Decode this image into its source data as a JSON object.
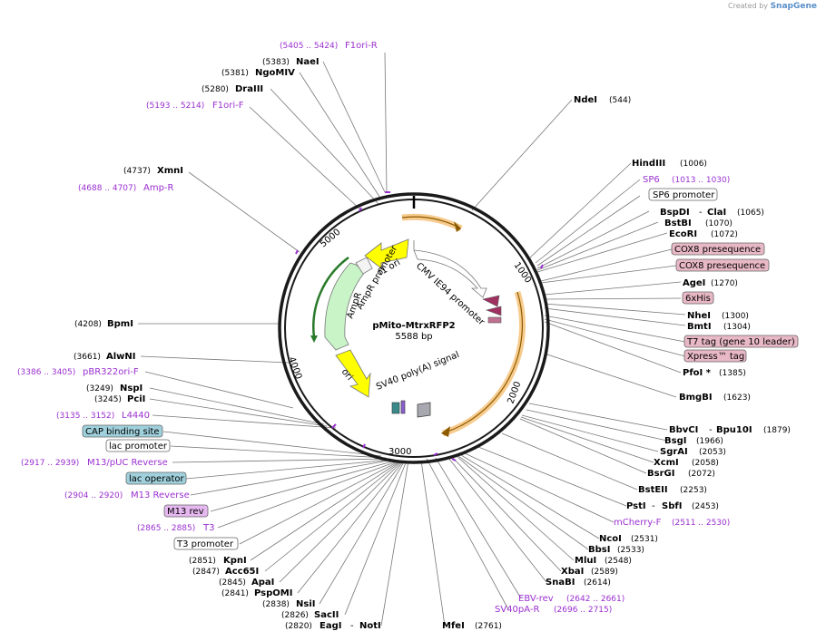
{
  "watermark": {
    "prefix": "Created by",
    "brand": "SnapGene"
  },
  "plasmid": {
    "name": "pMito-MtrxRFP2",
    "size": "5588 bp"
  },
  "ticks": [
    "1000",
    "2000",
    "3000",
    "4000",
    "5000"
  ],
  "features": {
    "f1_ori": "f1 ori",
    "ampr_promoter": "AmpR promoter",
    "ampr": "AmpR",
    "cmv": "CMV IE94 promoter",
    "ori": "ori",
    "sv40": "SV40 poly(A) signal"
  },
  "sites": [
    {
      "id": "nsi",
      "enzyme": "NdeI",
      "pos": "(544)"
    },
    {
      "id": "hind",
      "enzyme": "HindIII",
      "pos": "(1006)"
    },
    {
      "id": "bspdi",
      "enzyme": "BspDI",
      "enzyme2": "ClaI",
      "pos": "(1065)"
    },
    {
      "id": "bstbi",
      "enzyme": "BstBI",
      "pos": "(1070)"
    },
    {
      "id": "ecori",
      "enzyme": "EcoRI",
      "pos": "(1072)"
    },
    {
      "id": "agei",
      "enzyme": "AgeI",
      "pos": "(1270)"
    },
    {
      "id": "nhei",
      "enzyme": "NheI",
      "pos": "(1300)"
    },
    {
      "id": "bmti",
      "enzyme": "BmtI",
      "pos": "(1304)"
    },
    {
      "id": "pfoi",
      "enzyme": "PfoI *",
      "pos": "(1385)"
    },
    {
      "id": "bmgbi",
      "enzyme": "BmgBI",
      "pos": "(1623)"
    },
    {
      "id": "bbvci",
      "enzyme": "BbvCI",
      "enzyme2": "Bpu10I",
      "pos": "(1879)"
    },
    {
      "id": "bsgi",
      "enzyme": "BsgI",
      "pos": "(1966)"
    },
    {
      "id": "sgrai",
      "enzyme": "SgrAI",
      "pos": "(2053)"
    },
    {
      "id": "xcmi",
      "enzyme": "XcmI",
      "pos": "(2058)"
    },
    {
      "id": "bsrgi",
      "enzyme": "BsrGI",
      "pos": "(2072)"
    },
    {
      "id": "bsteii",
      "enzyme": "BstEII",
      "pos": "(2253)"
    },
    {
      "id": "psti",
      "enzyme": "PstI",
      "enzyme2": "SbfI",
      "pos": "(2453)"
    },
    {
      "id": "ncoi",
      "enzyme": "NcoI",
      "pos": "(2531)"
    },
    {
      "id": "bbsi",
      "enzyme": "BbsI",
      "pos": "(2533)"
    },
    {
      "id": "mlui",
      "enzyme": "MluI",
      "pos": "(2548)"
    },
    {
      "id": "xbai",
      "enzyme": "XbaI",
      "pos": "(2589)"
    },
    {
      "id": "snabi",
      "enzyme": "SnaBI",
      "pos": "(2614)"
    },
    {
      "id": "mfei",
      "enzyme": "MfeI",
      "pos": "(2761)"
    },
    {
      "id": "eagi",
      "enzyme": "EagI",
      "enzyme2": "NotI",
      "pos": "(2820)"
    },
    {
      "id": "sacii",
      "enzyme": "SacII",
      "pos": "(2826)"
    },
    {
      "id": "nsii",
      "enzyme": "NsiI",
      "pos": "(2838)"
    },
    {
      "id": "pspomi",
      "enzyme": "PspOMI",
      "pos": "(2841)"
    },
    {
      "id": "apai",
      "enzyme": "ApaI",
      "pos": "(2845)"
    },
    {
      "id": "acc65i",
      "enzyme": "Acc65I",
      "pos": "(2847)"
    },
    {
      "id": "kpni",
      "enzyme": "KpnI",
      "pos": "(2851)"
    },
    {
      "id": "pcii",
      "enzyme": "PciI",
      "pos": "(3245)"
    },
    {
      "id": "nspi",
      "enzyme": "NspI",
      "pos": "(3249)"
    },
    {
      "id": "alwni",
      "enzyme": "AlwNI",
      "pos": "(3661)"
    },
    {
      "id": "bpmi",
      "enzyme": "BpmI",
      "pos": "(4208)"
    },
    {
      "id": "xmni",
      "enzyme": "XmnI",
      "pos": "(4737)"
    },
    {
      "id": "draiii",
      "enzyme": "DraIII",
      "pos": "(5280)"
    },
    {
      "id": "ngomiv",
      "enzyme": "NgoMIV",
      "pos": "(5381)"
    },
    {
      "id": "naei",
      "enzyme": "NaeI",
      "pos": "(5383)"
    }
  ],
  "primers": [
    {
      "id": "sp6",
      "name": "SP6",
      "range": "(1013 .. 1030)"
    },
    {
      "id": "mch",
      "name": "mCherry-F",
      "range": "(2511 .. 2530)"
    },
    {
      "id": "ebv",
      "name": "EBV-rev",
      "range": "(2642 .. 2661)"
    },
    {
      "id": "sv40pa",
      "name": "SV40pA-R",
      "range": "(2696 .. 2715)"
    },
    {
      "id": "t3",
      "name": "T3",
      "range": "(2865 .. 2885)"
    },
    {
      "id": "m13r",
      "name": "M13 Reverse",
      "range": "(2904 .. 2920)"
    },
    {
      "id": "m13puc",
      "name": "M13/pUC Reverse",
      "range": "(2917 .. 2939)"
    },
    {
      "id": "l4440",
      "name": "L4440",
      "range": "(3135 .. 3152)"
    },
    {
      "id": "pbr",
      "name": "pBR322ori-F",
      "range": "(3386 .. 3405)"
    },
    {
      "id": "ampr_p",
      "name": "Amp-R",
      "range": "(4688 .. 4707)"
    },
    {
      "id": "f1f",
      "name": "F1ori-F",
      "range": "(5193 .. 5214)"
    },
    {
      "id": "f1r",
      "name": "F1ori-R",
      "range": "(5405 .. 5424)"
    }
  ],
  "boxes": {
    "sp6_promoter": "SP6 promoter",
    "cox8_1": "COX8 presequence",
    "cox8_2": "COX8 presequence",
    "his": "6xHis",
    "t7tag": "T7 tag (gene 10 leader)",
    "xpress": "Xpress™ tag",
    "cap": "CAP binding site",
    "lacp": "lac promoter",
    "laco": "lac operator",
    "m13rev": "M13 rev",
    "t3p": "T3 promoter"
  },
  "colors": {
    "primer": "#9b30d0",
    "box_pink": "#e8b8c6",
    "box_blue": "#9fd0dc",
    "box_purple": "#e6b8f0",
    "orange": "#f0a030",
    "yellow": "#ffff00",
    "green": "#c8f4c8"
  }
}
